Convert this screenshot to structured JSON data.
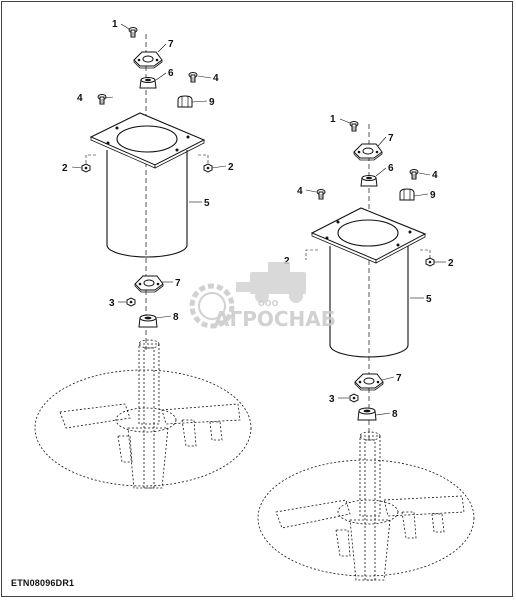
{
  "callouts": {
    "left": {
      "c1": "1",
      "c7a": "7",
      "c6": "6",
      "c4a": "4",
      "c4b": "4",
      "c9": "9",
      "c2a": "2",
      "c2b": "2",
      "c5": "5",
      "c7b": "7",
      "c3": "3",
      "c8": "8"
    },
    "right": {
      "c1": "1",
      "c7a": "7",
      "c6": "6",
      "c4a": "4",
      "c4b": "4",
      "c9": "9",
      "c2a": "2",
      "c2b": "2",
      "c5": "5",
      "c7b": "7",
      "c3": "3",
      "c8": "8"
    }
  },
  "watermark": {
    "company_prefix": "ООО",
    "company_name": "АГРОСНАБ"
  },
  "figure_code": "ETN08096DR1",
  "colors": {
    "line": "#111111",
    "watermark": "#c9c9c9"
  }
}
